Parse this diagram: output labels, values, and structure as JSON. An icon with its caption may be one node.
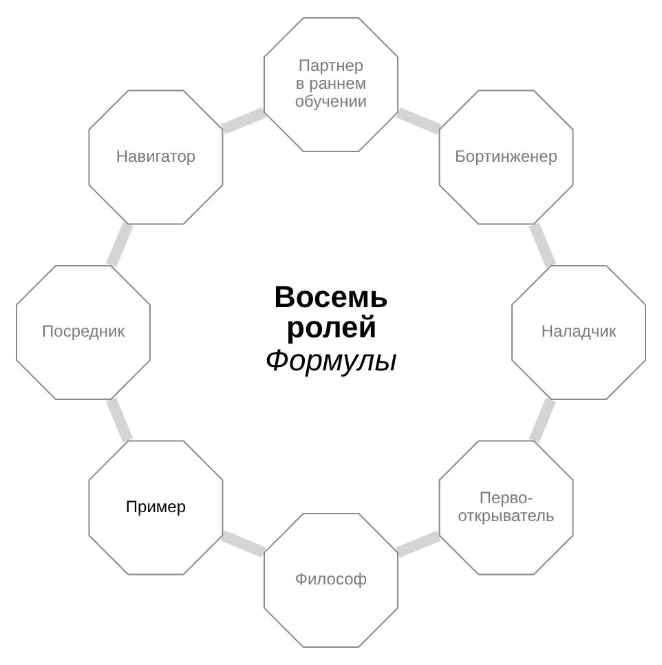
{
  "diagram": {
    "nodes": [
      {
        "text": [
          "Партнер в раннем обучении"
        ]
      },
      {
        "text": [
          "Бортинженер"
        ]
      },
      {
        "text": [
          "Наладчик"
        ]
      },
      {
        "text": [
          "Перво- открыватель"
        ]
      },
      {
        "text": [
          "Философ"
        ]
      },
      {
        "text": [
          "Пример"
        ]
      },
      {
        "text": [
          "Посредник"
        ]
      },
      {
        "text": [
          "Навигатор"
        ]
      }
    ],
    "edges": [
      {
        "from": 0,
        "to": 1,
        "arrow": "none"
      },
      {
        "from": 1,
        "to": 2,
        "arrow": "none"
      },
      {
        "from": 2,
        "to": 3,
        "arrow": "none"
      },
      {
        "from": 3,
        "to": 4,
        "arrow": "none"
      },
      {
        "from": 4,
        "to": 5,
        "arrow": "none"
      },
      {
        "from": 5,
        "to": 6,
        "arrow": "none"
      },
      {
        "from": 6,
        "to": 7,
        "arrow": "none"
      },
      {
        "from": 7,
        "to": 0,
        "arrow": "none"
      }
    ],
    "labels": [
      "Восемь ролей",
      "Формулы"
    ]
  }
}
